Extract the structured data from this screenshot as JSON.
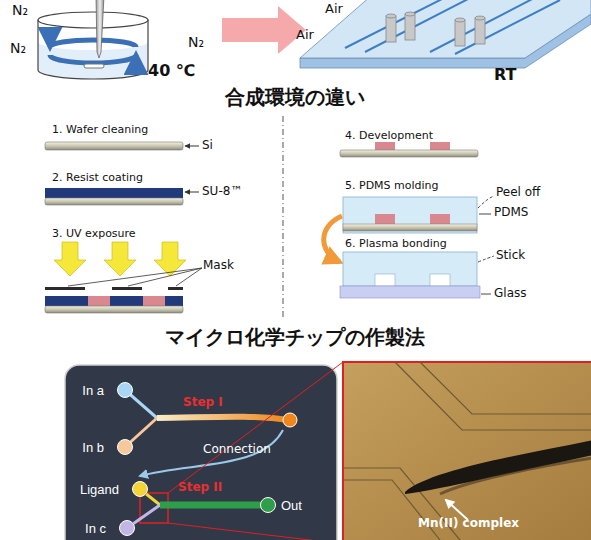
{
  "diagram": {
    "nodes": [
      {
        "text": [
          "In a"
        ]
      },
      {
        "text": [
          "In b"
        ]
      },
      {
        "text": [
          "Ligand"
        ]
      },
      {
        "text": [
          "In c"
        ]
      },
      {
        "text": [
          "Out"
        ]
      }
    ],
    "edges": [
      {
        "from": 2,
        "to": 4,
        "arrow": "none"
      },
      {
        "from": 3,
        "to": 4,
        "arrow": "none"
      }
    ],
    "labels": [
      "N₂",
      "N₂",
      "N₂",
      "Air",
      "Air",
      "40 ℃",
      "RT",
      "合成環境の違い",
      "1. Wafer cleaning",
      "Si",
      "2. Resist coating",
      "SU-8™",
      "3. UV exposure",
      "Mask",
      "4. Development",
      "5. PDMS molding",
      "Peel off",
      "PDMS",
      "6. Plasma bonding",
      "Stick",
      "Glass",
      "マイクロ化学チップの作製法",
      "Step I",
      "Connection",
      "Step II",
      "Mn(II) complex"
    ]
  }
}
